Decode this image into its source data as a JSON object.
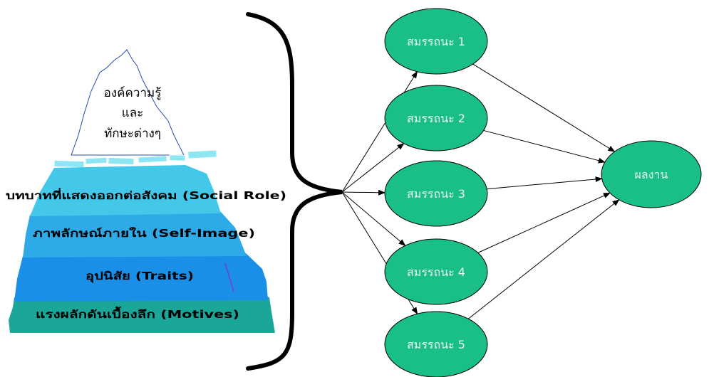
{
  "iceberg": {
    "tip_lines": [
      "องค์ความรู้",
      "และ",
      "ทักษะต่างๆ"
    ],
    "layers": [
      {
        "label": "บทบาทที่แสดงออกต่อสังคม (Social Role)",
        "color": "#44c8ea"
      },
      {
        "label": "ภาพลักษณ์ภายใน (Self-Image)",
        "color": "#2eaae8"
      },
      {
        "label": "อุปนิสัย (Traits)",
        "color": "#1a8fe8"
      },
      {
        "label": "แรงผลักดันเบื้องลึก (Motives)",
        "color": "#1ba69a"
      }
    ],
    "waterline_color": "#8ee6f5"
  },
  "competencies": [
    "สมรรถนะ 1",
    "สมรรถนะ 2",
    "สมรรถนะ 3",
    "สมรรถนะ 4",
    "สมรรถนะ 5"
  ],
  "outcome": "ผลงาน",
  "node_color": "#19bf86"
}
